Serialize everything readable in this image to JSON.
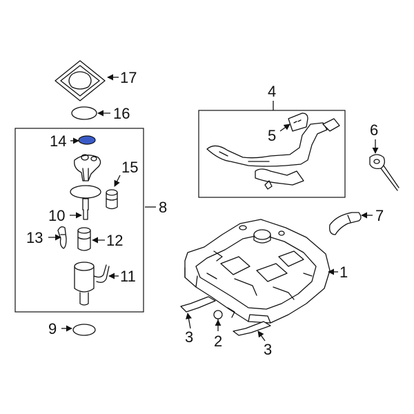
{
  "diagram": {
    "highlight_color": "#3a5bc7",
    "highlighted_part": "14",
    "callouts": [
      "1",
      "2",
      "3",
      "3",
      "4",
      "5",
      "6",
      "7",
      "8",
      "9",
      "10",
      "11",
      "12",
      "13",
      "14",
      "15",
      "16",
      "17"
    ]
  }
}
